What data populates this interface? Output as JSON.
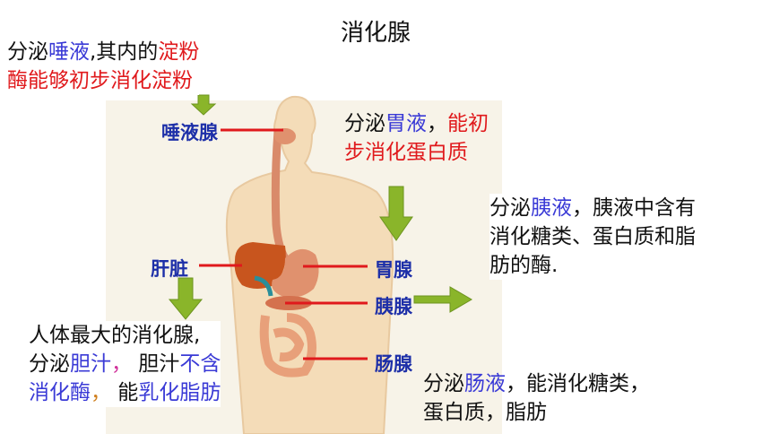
{
  "title": "消化腺",
  "notes": {
    "saliva": {
      "line1": {
        "p1": "分泌",
        "p2": "唾液",
        "p3": ",其内的",
        "p4": "淀粉"
      },
      "line2": "酶能够初步消化淀粉"
    },
    "stomach": {
      "line1": {
        "p1": "分泌",
        "p2": "胃液",
        "p3": "，",
        "p4": "能初"
      },
      "line2": "步消化蛋白质"
    },
    "pancreas": {
      "line1": {
        "p1": "分泌",
        "p2": "胰液",
        "p3": "，胰液中含有"
      },
      "line2": "消化糖类、蛋白质和脂",
      "line3": "肪的酶."
    },
    "liver": {
      "line1": "人体最大的消化腺,",
      "line2": {
        "p1": "分泌",
        "p2": "胆汁",
        "p3": "，",
        "p4": " 胆汁",
        "p5": "不含"
      },
      "line3": {
        "p1": "消化酶",
        "p2": "，",
        "p3": " 能",
        "p4": "乳化脂肪"
      }
    },
    "intestine": {
      "line1": {
        "p1": "分泌",
        "p2": "肠液",
        "p3": "，能消化糖类，"
      },
      "line2": "蛋白质，脂肪"
    }
  },
  "labels": {
    "salivary": "唾液腺",
    "liver": "肝脏",
    "stomach": "胃腺",
    "pancreas": "胰腺",
    "intestine": "肠腺"
  },
  "colors": {
    "blue_text": "#3a3ad6",
    "red_text": "#e0191c",
    "label_blue": "#1d2fa8",
    "pointer_line": "#e0191c",
    "arrow_green": "#8ab52a"
  }
}
